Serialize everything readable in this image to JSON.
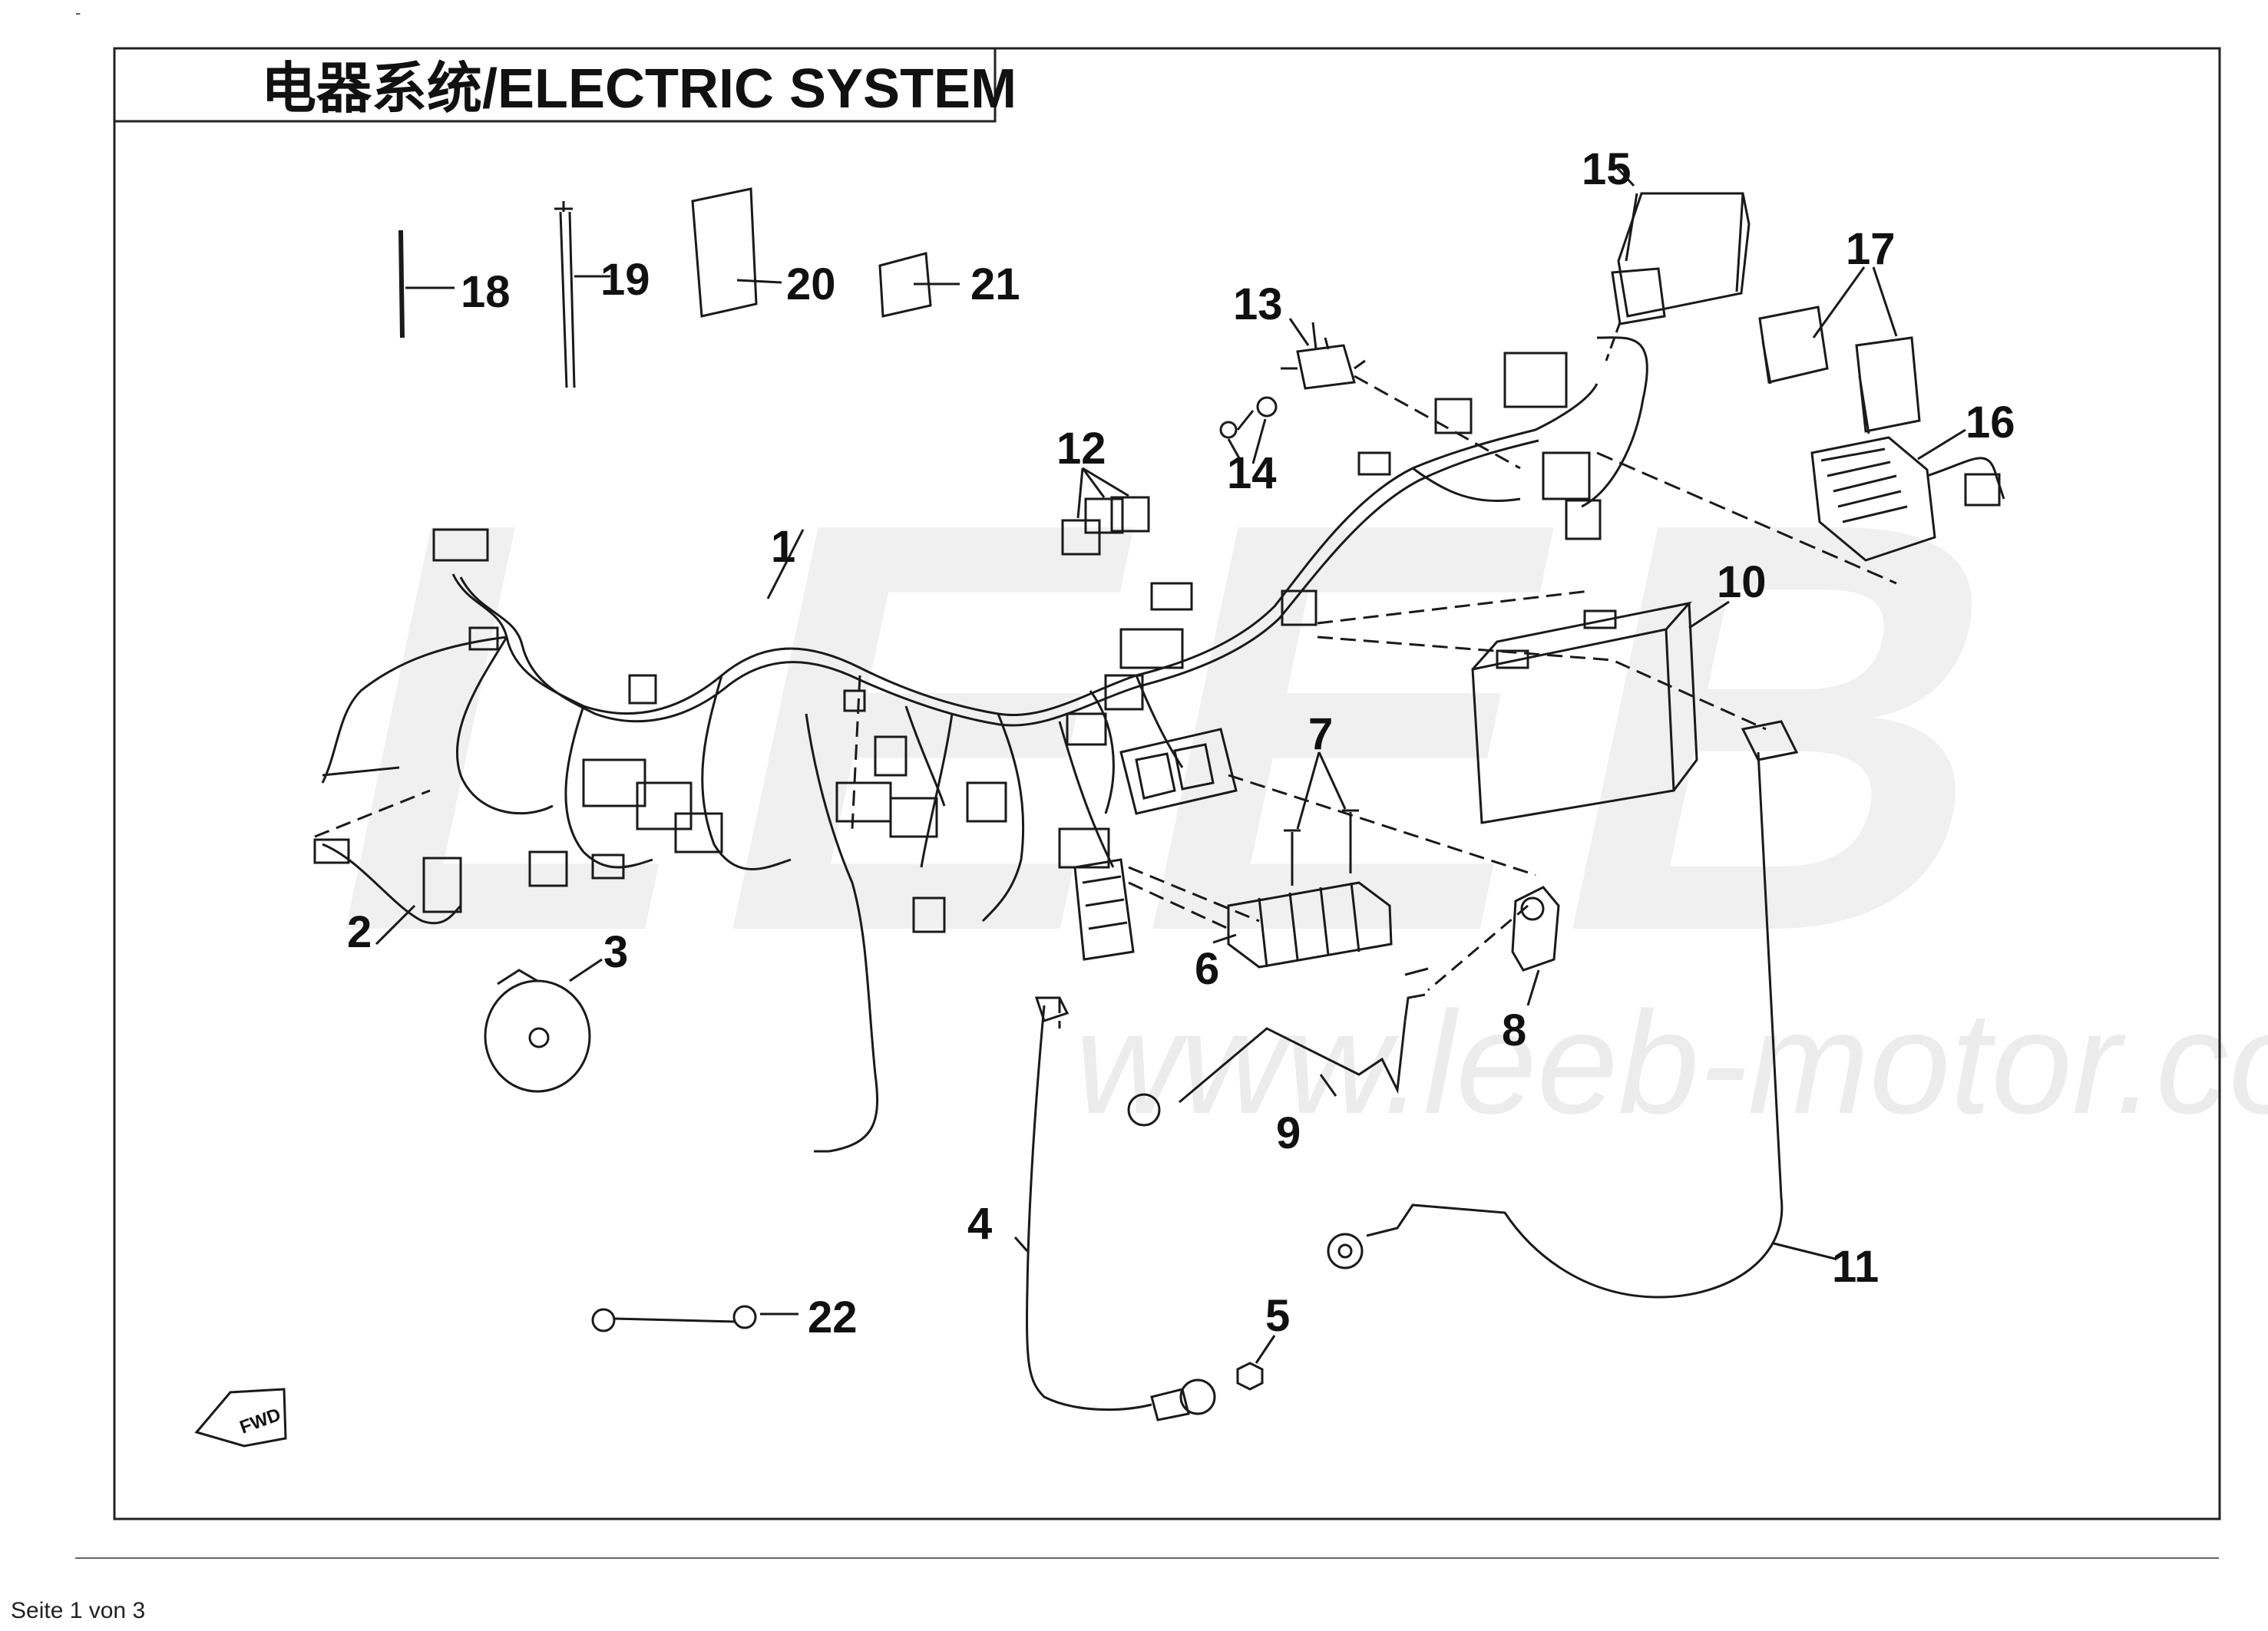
{
  "title": "电器系统/ELECTRIC SYSTEM",
  "watermark": {
    "brand": "LEEB",
    "url": "www.leeb-motor.com"
  },
  "footer": "Seite 1 von 3",
  "corner_mark": "-",
  "fwd_label": "FWD",
  "callouts": [
    "1",
    "2",
    "3",
    "4",
    "5",
    "6",
    "7",
    "8",
    "9",
    "10",
    "11",
    "12",
    "13",
    "14",
    "15",
    "16",
    "17",
    "18",
    "19",
    "20",
    "21",
    "22"
  ],
  "colors": {
    "line": "#1a1a1a",
    "watermark": "#efefef",
    "frame": "#222222"
  }
}
